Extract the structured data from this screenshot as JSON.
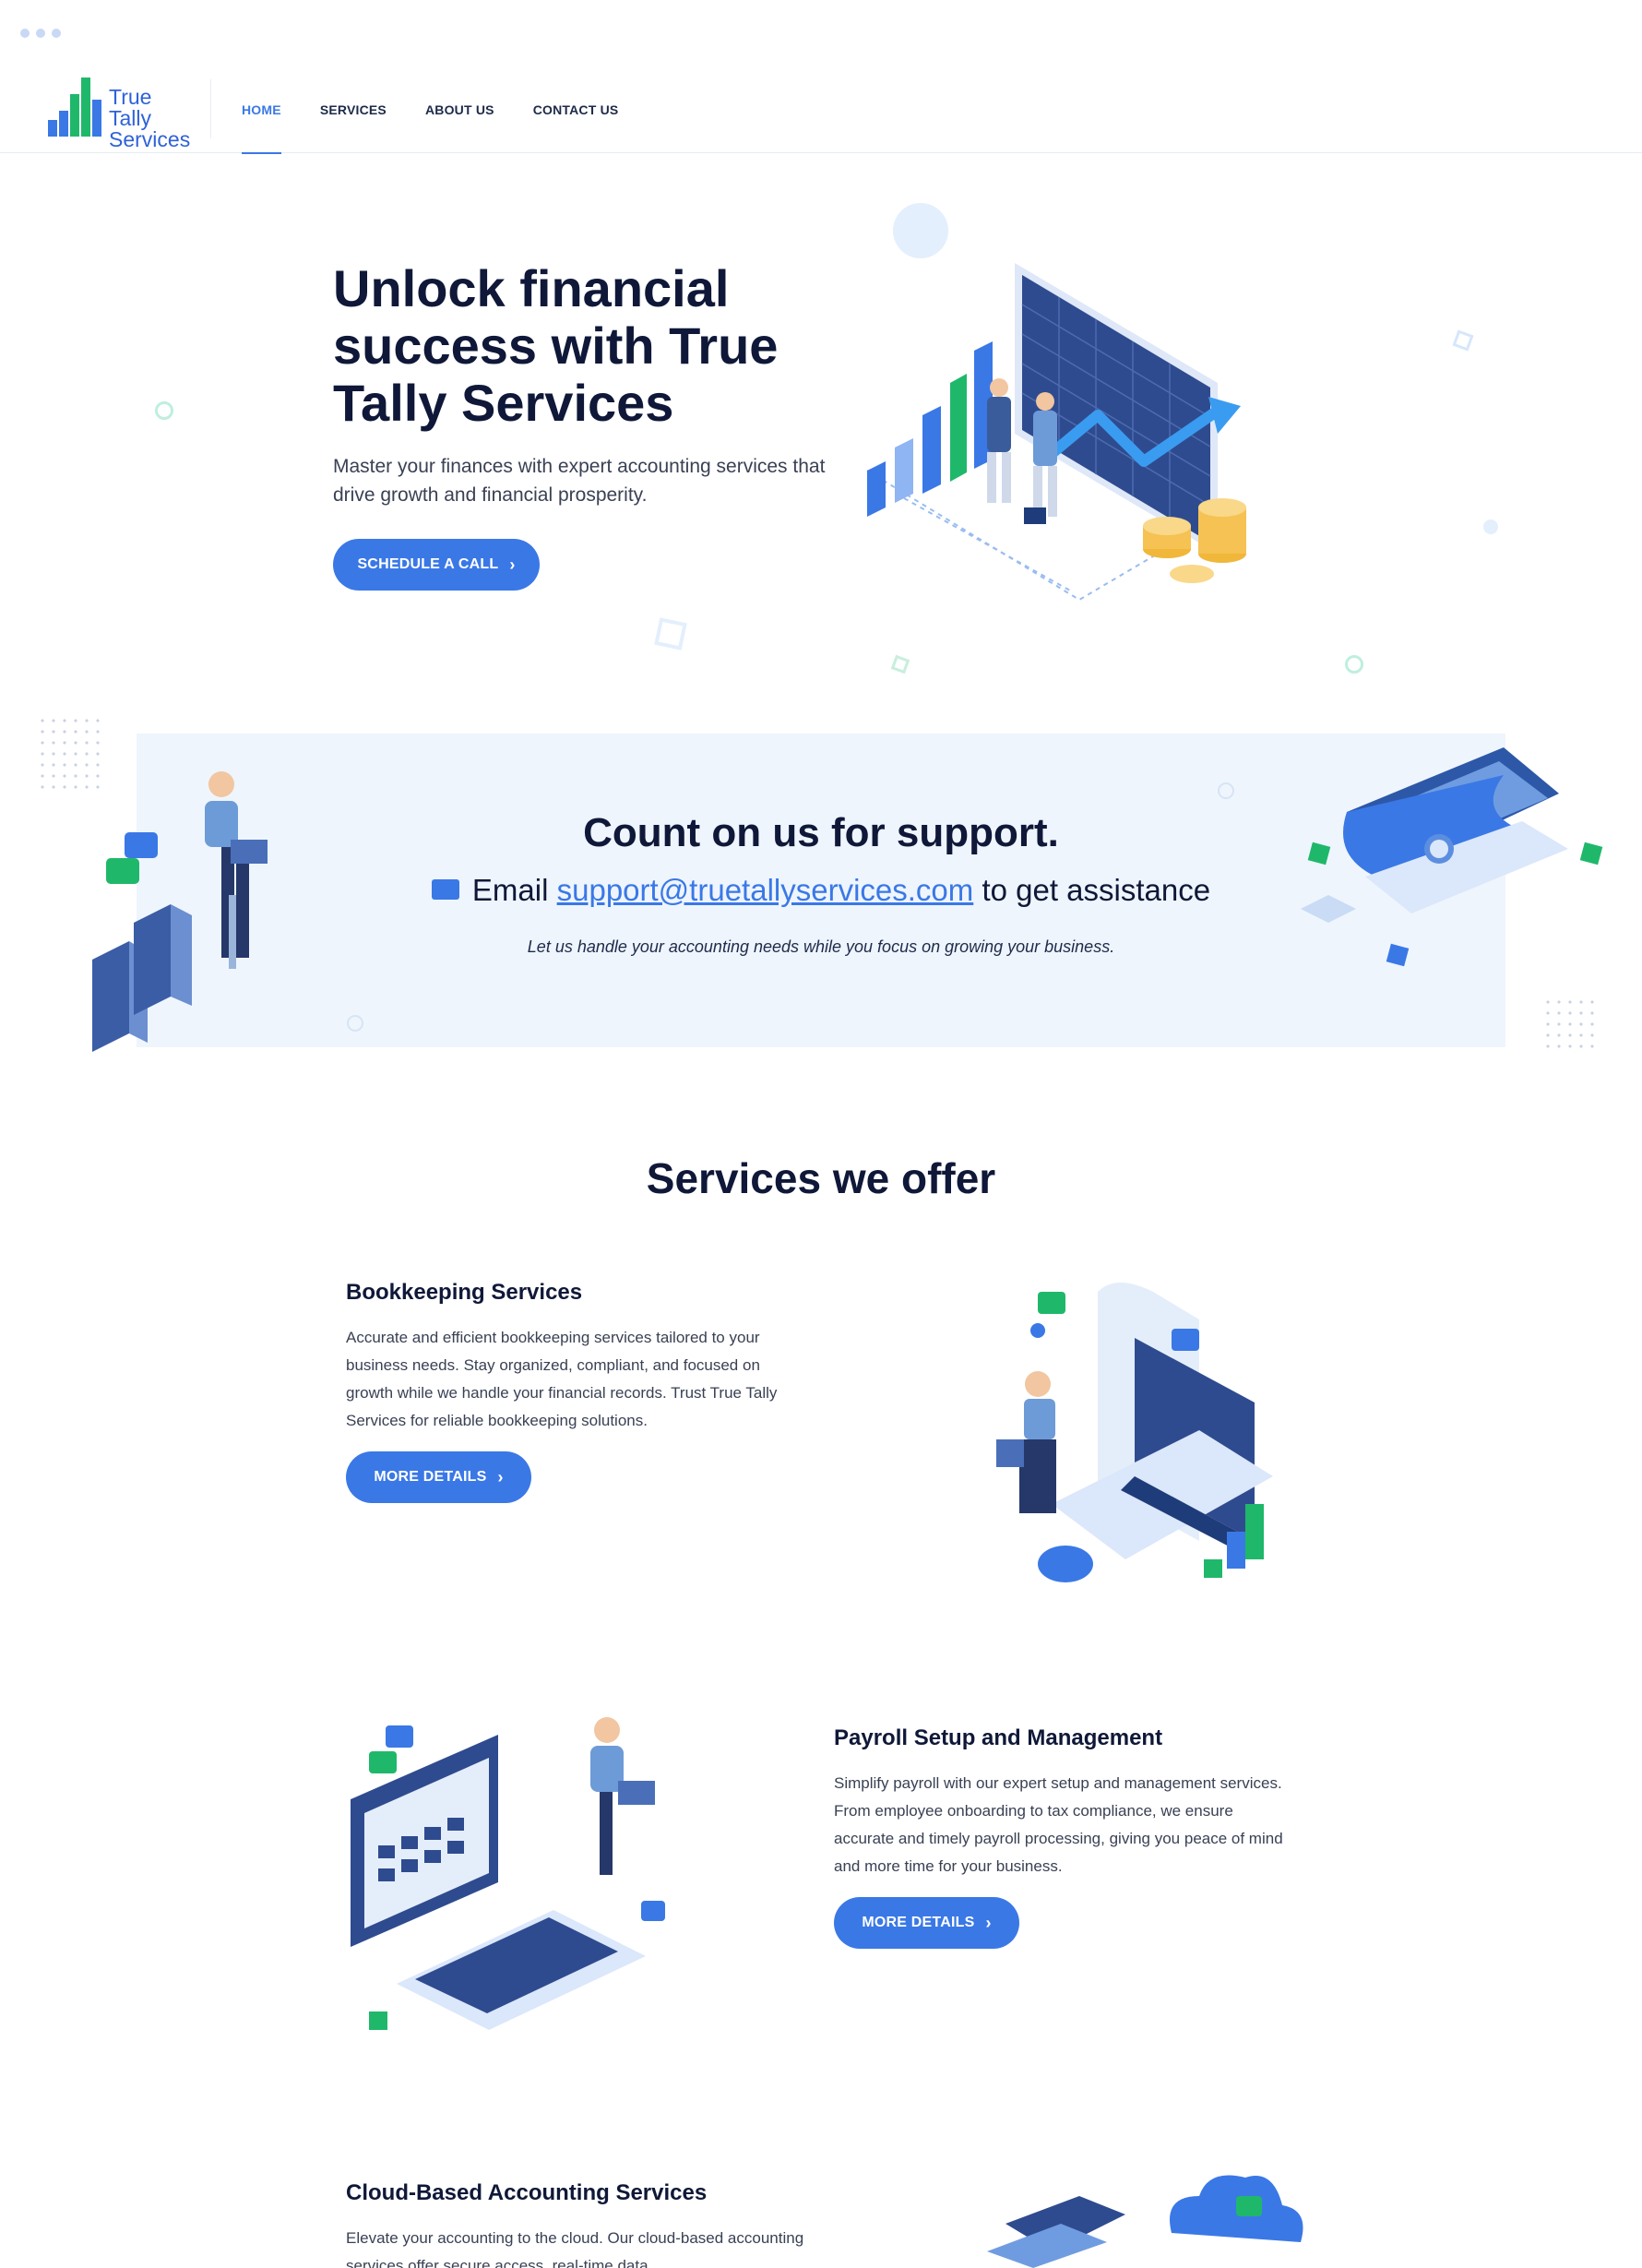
{
  "browser": {
    "controls": [
      "dot",
      "dot",
      "dot"
    ]
  },
  "header": {
    "logo_lines": [
      "True",
      "Tally",
      "Services"
    ],
    "nav": [
      {
        "label": "HOME",
        "active": true
      },
      {
        "label": "SERVICES",
        "active": false
      },
      {
        "label": "ABOUT US",
        "active": false
      },
      {
        "label": "CONTACT US",
        "active": false
      }
    ]
  },
  "hero": {
    "title": "Unlock financial success with True Tally Services",
    "subtitle": "Master your finances with expert accounting services that drive growth and financial prosperity.",
    "cta_label": "SCHEDULE A CALL",
    "cta_icon": "chevron-right-icon"
  },
  "support": {
    "title": "Count on us for support.",
    "email_prefix": "Email",
    "email": "support@truetallyservices.com",
    "email_suffix": "to get assistance",
    "note": "Let us handle your accounting needs while you focus on growing your business.",
    "icon": "mail-icon"
  },
  "services": {
    "title": "Services we offer",
    "items": [
      {
        "title": "Bookkeeping Services",
        "description": "Accurate and efficient bookkeeping services tailored to your business needs. Stay organized, compliant, and focused on growth while we handle your financial records. Trust True Tally Services for reliable bookkeeping solutions.",
        "button_label": "MORE DETAILS"
      },
      {
        "title": "Payroll Setup and Management",
        "description": "Simplify payroll with our expert setup and management services. From employee onboarding to tax compliance, we ensure accurate and timely payroll processing, giving you peace of mind and more time for your business.",
        "button_label": "MORE DETAILS"
      },
      {
        "title": "Cloud-Based Accounting Services",
        "description": "Elevate your accounting to the cloud. Our cloud-based accounting services offer secure access, real-time data"
      }
    ]
  },
  "colors": {
    "accent": "#3a78e6",
    "dark_text": "#0f1838",
    "band_bg": "#eef5fd",
    "green": "#1fb86a"
  }
}
